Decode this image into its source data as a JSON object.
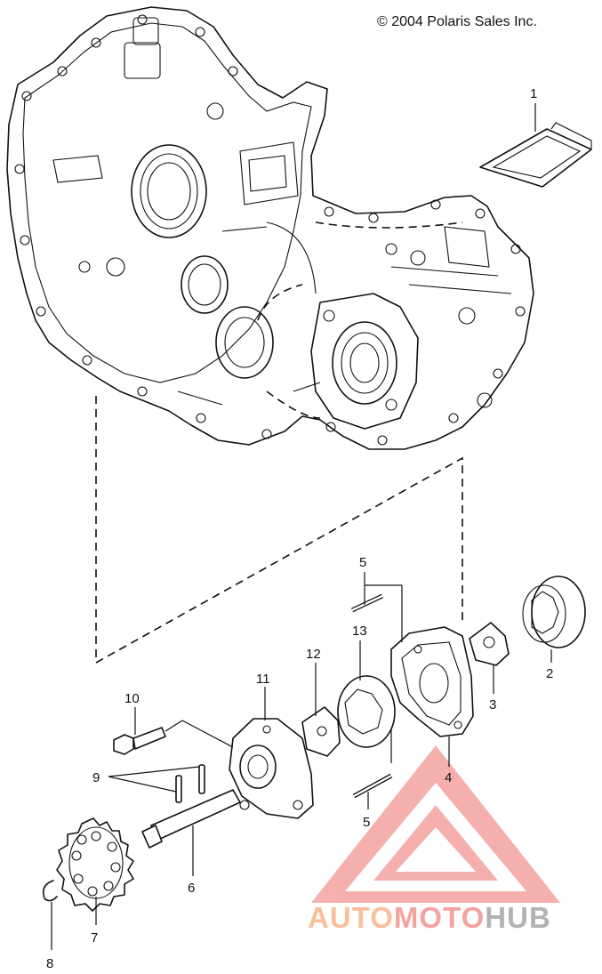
{
  "copyright": "© 2004 Polaris Sales Inc.",
  "callouts": {
    "c1": "1",
    "c2": "2",
    "c3": "3",
    "c4": "4",
    "c5a": "5",
    "c5b": "5",
    "c6": "6",
    "c7": "7",
    "c8": "8",
    "c9": "9",
    "c10": "10",
    "c11": "11",
    "c12": "12",
    "c13": "13"
  },
  "watermark": {
    "part1": "AUTO",
    "part2": "MOTO",
    "part3": "HUB"
  },
  "colors": {
    "line": "#111111",
    "logo_red": "#f4a3a0",
    "logo_orange": "#f7c19c",
    "logo_gray": "#b3b3b3"
  }
}
